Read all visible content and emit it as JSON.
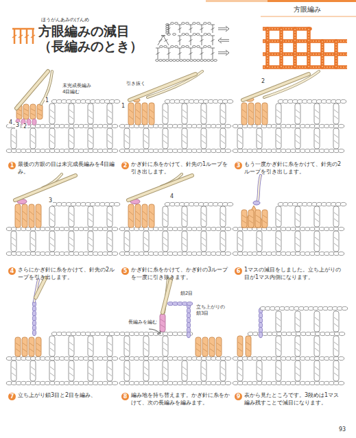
{
  "diagram": {
    "title": "方眼編みの減目 （長編みのとき）",
    "nodes": [
      {
        "text": [
          "1"
        ]
      },
      {
        "text": [
          "2"
        ]
      },
      {
        "text": [
          "3"
        ]
      },
      {
        "text": [
          "4"
        ]
      },
      {
        "text": [
          "5"
        ]
      },
      {
        "text": [
          "6"
        ]
      },
      {
        "text": [
          "7"
        ]
      },
      {
        "text": [
          "8"
        ]
      },
      {
        "text": [
          "9"
        ]
      }
    ],
    "labels": [
      "方眼編み",
      "ほうがんあみのげんめ",
      "未完成長編み 4目編む",
      "1",
      "4",
      "3",
      "2",
      "最後の方眼の目は未完成長編みを4目編み。",
      "引き抜く",
      "1",
      "かぎ針に糸をかけて、針先の1ループを引き出します。",
      "2",
      "もう一度かぎ針に糸をかけて、針先の2ループを引き出します。",
      "3",
      "さらにかぎ針に糸をかけて、針先の2ループを引き出します。",
      "4",
      "かぎ針に糸をかけて、かぎ針の3ループを一度に引き抜きます。",
      "1マスの減目をしました。立ち上がりの目が1マス内側になります。",
      "立ち上がり鎖3目と2目を編み、",
      "鎖2目",
      "立ち上がりの 鎖3目",
      "長編みを編む",
      "編み地を持ち替えます。かぎ針に糸をかけて、次の長編みを編みます。",
      "表から見たところです。3段めは1マス編み残すことで減目になります。",
      "93"
    ]
  }
}
